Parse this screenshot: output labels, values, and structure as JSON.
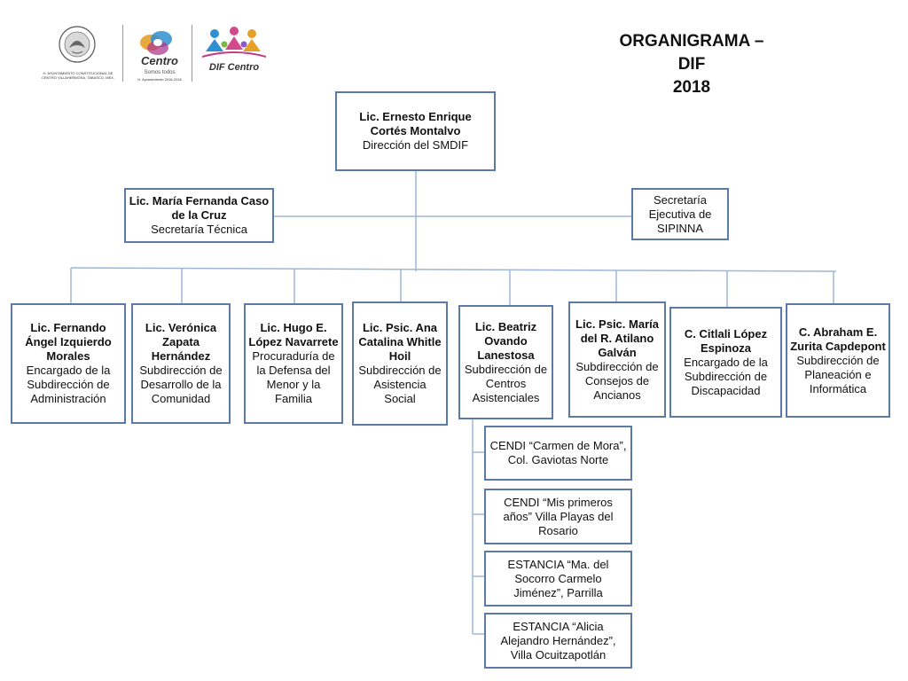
{
  "title": {
    "line1": "ORGANIGRAMA – DIF",
    "line2": "2018"
  },
  "logos": {
    "seal_text": "ESTADOS UNIDOS MEXICANOS",
    "seal_caption": "H. AYUNTAMIENTO CONSTITUCIONAL DE CENTRO VILLAHERMOSA, TABASCO, MEX.",
    "centro_word": "Centro",
    "centro_tagline": "Somos todos",
    "centro_caption": "H. Ayuntamiento 2016-2018",
    "dif_word": "DIF Centro"
  },
  "director": {
    "name": "Lic. Ernesto Enrique Cortés Montalvo",
    "role": "Dirección del SMDIF"
  },
  "staff_left": {
    "name": "Lic. María Fernanda Caso de la Cruz",
    "role": "Secretaría Técnica"
  },
  "staff_right": {
    "name": "",
    "role": "Secretaría Ejecutiva de SIPINNA"
  },
  "units": [
    {
      "name": "Lic. Fernando Ángel Izquierdo Morales",
      "role": "Encargado de la Subdirección de Administración"
    },
    {
      "name": "Lic. Verónica Zapata Hernández",
      "role": "Subdirección de Desarrollo de la Comunidad"
    },
    {
      "name": "Lic. Hugo E. López Navarrete",
      "role": "Procuraduría de la Defensa del Menor y la Familia"
    },
    {
      "name": "Lic. Psic. Ana Catalina Whitle Hoil",
      "role": "Subdirección de Asistencia Social"
    },
    {
      "name": "Lic. Beatriz Ovando Lanestosa",
      "role": "Subdirección de Centros Asistenciales"
    },
    {
      "name": "Lic. Psic. María del R. Atilano Galván",
      "role": "Subdirección de Consejos de Ancianos"
    },
    {
      "name": "C. Citlali López Espinoza",
      "role": "Encargado de la Subdirección de Discapacidad"
    },
    {
      "name": "C. Abraham E. Zurita Capdepont",
      "role": "Subdirección de Planeación e Informática"
    }
  ],
  "centers": [
    {
      "text": "CENDI “Carmen de Mora”, Col. Gaviotas Norte"
    },
    {
      "text": "CENDI “Mis primeros años” Villa Playas del Rosario"
    },
    {
      "text": "ESTANCIA “Ma. del Socorro Carmelo Jiménez”, Parrilla"
    },
    {
      "text": "ESTANCIA “Alicia Alejandro Hernández”, Villa Ocuitzapotlán"
    }
  ],
  "colors": {
    "box_border": "#5b7aa8",
    "connector": "#9fb6d4"
  }
}
